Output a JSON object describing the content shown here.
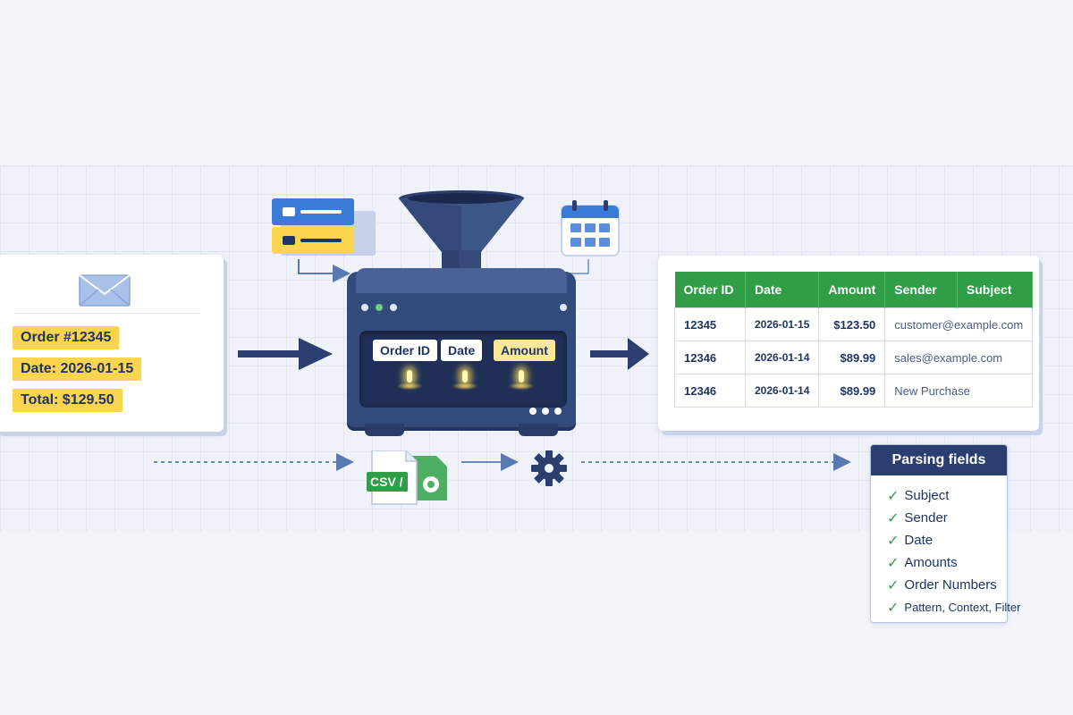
{
  "email": {
    "order": "Order #12345",
    "date": "Date: 2026-01-15",
    "total": "Total: $129.50"
  },
  "machine": {
    "chips": [
      "Order ID",
      "Date",
      "Amount"
    ]
  },
  "csv_label": "CSV /",
  "table": {
    "headers": [
      "Order ID",
      "Date",
      "Amount",
      "Sender",
      "Subject"
    ],
    "rows": [
      [
        "12345",
        "2026-01-15",
        "$123.50",
        "customer@example.com"
      ],
      [
        "12346",
        "2026-01-14",
        "$89.99",
        "sales@example.com"
      ],
      [
        "12346",
        "2026-01-14",
        "$89.99",
        "New Purchase"
      ]
    ]
  },
  "parsing": {
    "title": "Parsing fields",
    "items": [
      "Subject",
      "Sender",
      "Date",
      "Amounts",
      "Order Numbers",
      "Pattern, Context, Filter"
    ]
  },
  "colors": {
    "navy": "#334a7c",
    "green": "#2f9e46",
    "highlight": "#fbd54f",
    "blue": "#3b7bd8"
  }
}
